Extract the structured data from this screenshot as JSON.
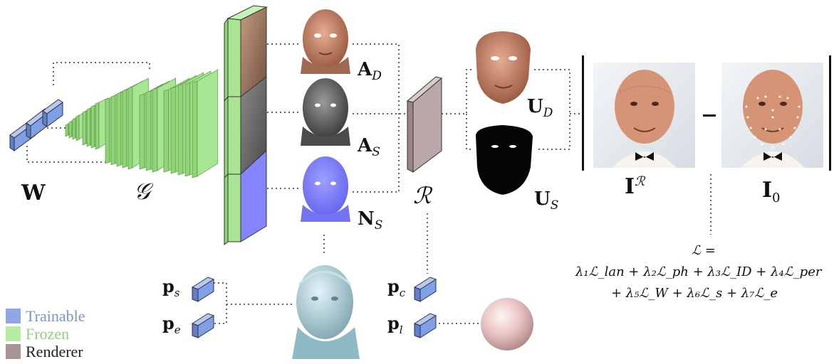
{
  "labels": {
    "W": "W",
    "G": "𝒢",
    "AD": "A",
    "AD_sub": "D",
    "AS": "A",
    "AS_sub": "S",
    "NS": "N",
    "NS_sub": "S",
    "R": "ℛ",
    "UD": "U",
    "UD_sub": "D",
    "US": "U",
    "US_sub": "S",
    "IR": "I",
    "IR_sup": "ℛ",
    "I0": "I",
    "I0_sub": "0",
    "minus": "−",
    "ps": "p",
    "ps_sub": "s",
    "pe": "p",
    "pe_sub": "e",
    "pc": "p",
    "pc_sub": "c",
    "pl": "p",
    "pl_sub": "l"
  },
  "loss": {
    "line0": "ℒ =",
    "line1": "λ₁ℒ_lan + λ₂ℒ_ph + λ₃ℒ_ID + λ₄ℒ_per",
    "line2": "+ λ₅ℒ_W + λ₆ℒ_s + λ₇ℒ_e"
  },
  "legend": [
    {
      "label": "Trainable",
      "color": "#8fa8e4",
      "text_color": "#7f93c9"
    },
    {
      "label": "Frozen",
      "color": "#b8eba2",
      "text_color": "#93cf7d"
    },
    {
      "label": "Renderer",
      "color": "#a89696",
      "text_color": "#222222"
    }
  ],
  "colors": {
    "trainable": "#7f9fe6",
    "frozen": "#a8e592",
    "renderer": "#bba9a9",
    "normal": "#8584ff",
    "sphere": "#e8c8c8"
  }
}
